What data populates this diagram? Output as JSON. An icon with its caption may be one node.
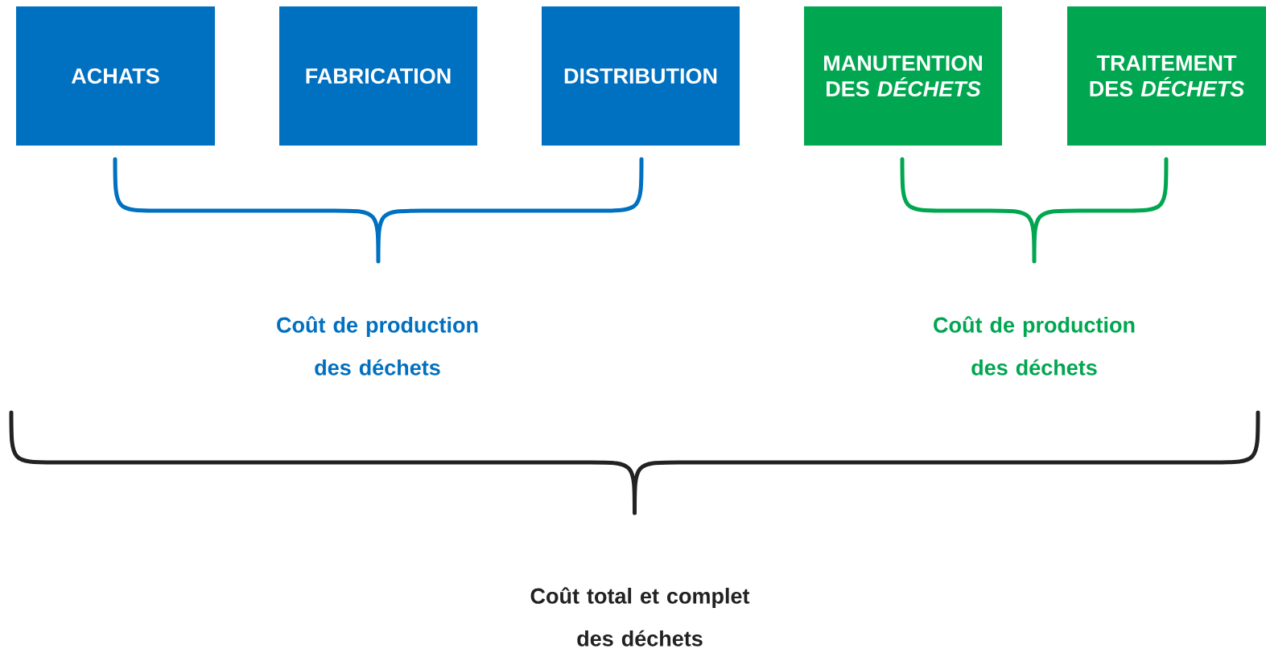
{
  "diagram": {
    "nodes": [
      {
        "text": [
          "ACHATS"
        ]
      },
      {
        "text": [
          "FABRICATION"
        ]
      },
      {
        "text": [
          "DISTRIBUTION"
        ]
      },
      {
        "text": [
          "MANUTENTION DES *DÉCHETS*"
        ]
      },
      {
        "text": [
          "TRAITEMENT DES *DÉCHETS*"
        ]
      }
    ],
    "labels": [
      "Coût de production des déchets",
      "Coût de production des déchets",
      "Coût total et complet des déchets"
    ]
  }
}
